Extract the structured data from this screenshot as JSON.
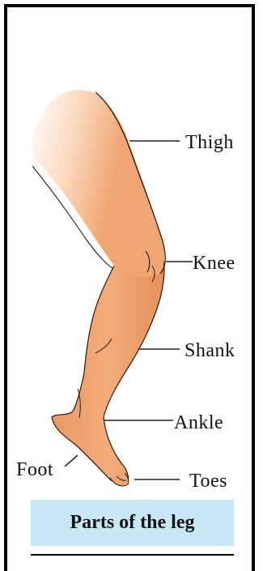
{
  "labels": {
    "thigh": "Thigh",
    "knee": "Knee",
    "shank": "Shank",
    "ankle": "Ankle",
    "foot": "Foot",
    "toes": "Toes"
  },
  "caption": "Parts of the leg",
  "colors": {
    "skin": "#f0a672",
    "skin_shade": "#d9844f",
    "caption_bg": "#c9e8f5"
  }
}
